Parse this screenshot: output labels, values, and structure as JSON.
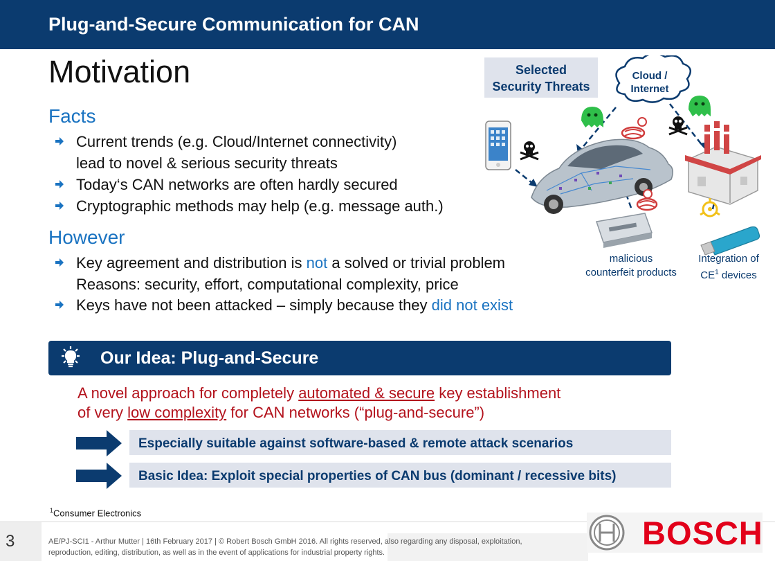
{
  "header": {
    "title": "Plug-and-Secure Communication for CAN"
  },
  "slide": {
    "title": "Motivation",
    "facts": {
      "heading": "Facts",
      "b1_line1": "Current trends (e.g. Cloud/Internet connectivity)",
      "b1_line2": "lead to novel & serious security threats",
      "b2": "Today‘s CAN networks are often hardly secured",
      "b3": "Cryptographic methods may help (e.g. message auth.)"
    },
    "however": {
      "heading": "However",
      "b1_pre": "Key agreement and distribution is ",
      "b1_hl": "not",
      "b1_post": " a solved or trivial problem",
      "b1_line2": "Reasons: security, effort, computational complexity, price",
      "b2_pre": "Keys have not been attacked – simply because they ",
      "b2_hl": "did not exist"
    },
    "idea": {
      "title": "Our Idea: Plug-and-Secure",
      "l1_pre": "A novel approach for completely ",
      "l1_u": "automated & secure",
      "l1_post": " key establishment",
      "l2_pre": "of very ",
      "l2_u": "low complexity",
      "l2_post": " for CAN networks (“plug-and-secure”)",
      "box1": "Especially suitable against software-based & remote attack scenarios",
      "box2": "Basic Idea: Exploit special properties of CAN bus (dominant / recessive bits)"
    }
  },
  "graphic": {
    "threats_line1": "Selected",
    "threats_line2": "Security Threats",
    "cloud_line1": "Cloud /",
    "cloud_line2": "Internet",
    "cap_ecu_line1": "malicious",
    "cap_ecu_line2": "counterfeit products",
    "cap_ce_line1": "Integration of",
    "cap_ce_line2_a": "CE",
    "cap_ce_sup": "1",
    "cap_ce_line2_b": " devices"
  },
  "footer": {
    "footnote_sup": "1",
    "footnote": "Consumer Electronics",
    "page": "3",
    "line1": "AE/PJ-SCI1 - Arthur Mutter | 16th February 2017 | © Robert Bosch GmbH 2016. All rights reserved, also regarding any disposal, exploitation,",
    "line2": "reproduction, editing, distribution, as well as in the event of applications for industrial property rights.",
    "brand": "BOSCH"
  },
  "colors": {
    "navy": "#0b3b6f",
    "accent_blue": "#1a73c1",
    "accent_red": "#b3121c",
    "box_bg": "#dfe3ec",
    "bosch_red": "#e2001a",
    "threat_green": "#2fbf4a"
  },
  "icons": [
    "arrow-bullet-icon",
    "lightbulb-icon",
    "fat-arrow-icon",
    "skull-icon",
    "ghost-icon",
    "bug-icon",
    "biohazard-icon",
    "smartphone-icon",
    "car-icon",
    "ecu-icon",
    "factory-icon",
    "usb-stick-icon",
    "cloud-icon",
    "bosch-armature-icon"
  ]
}
